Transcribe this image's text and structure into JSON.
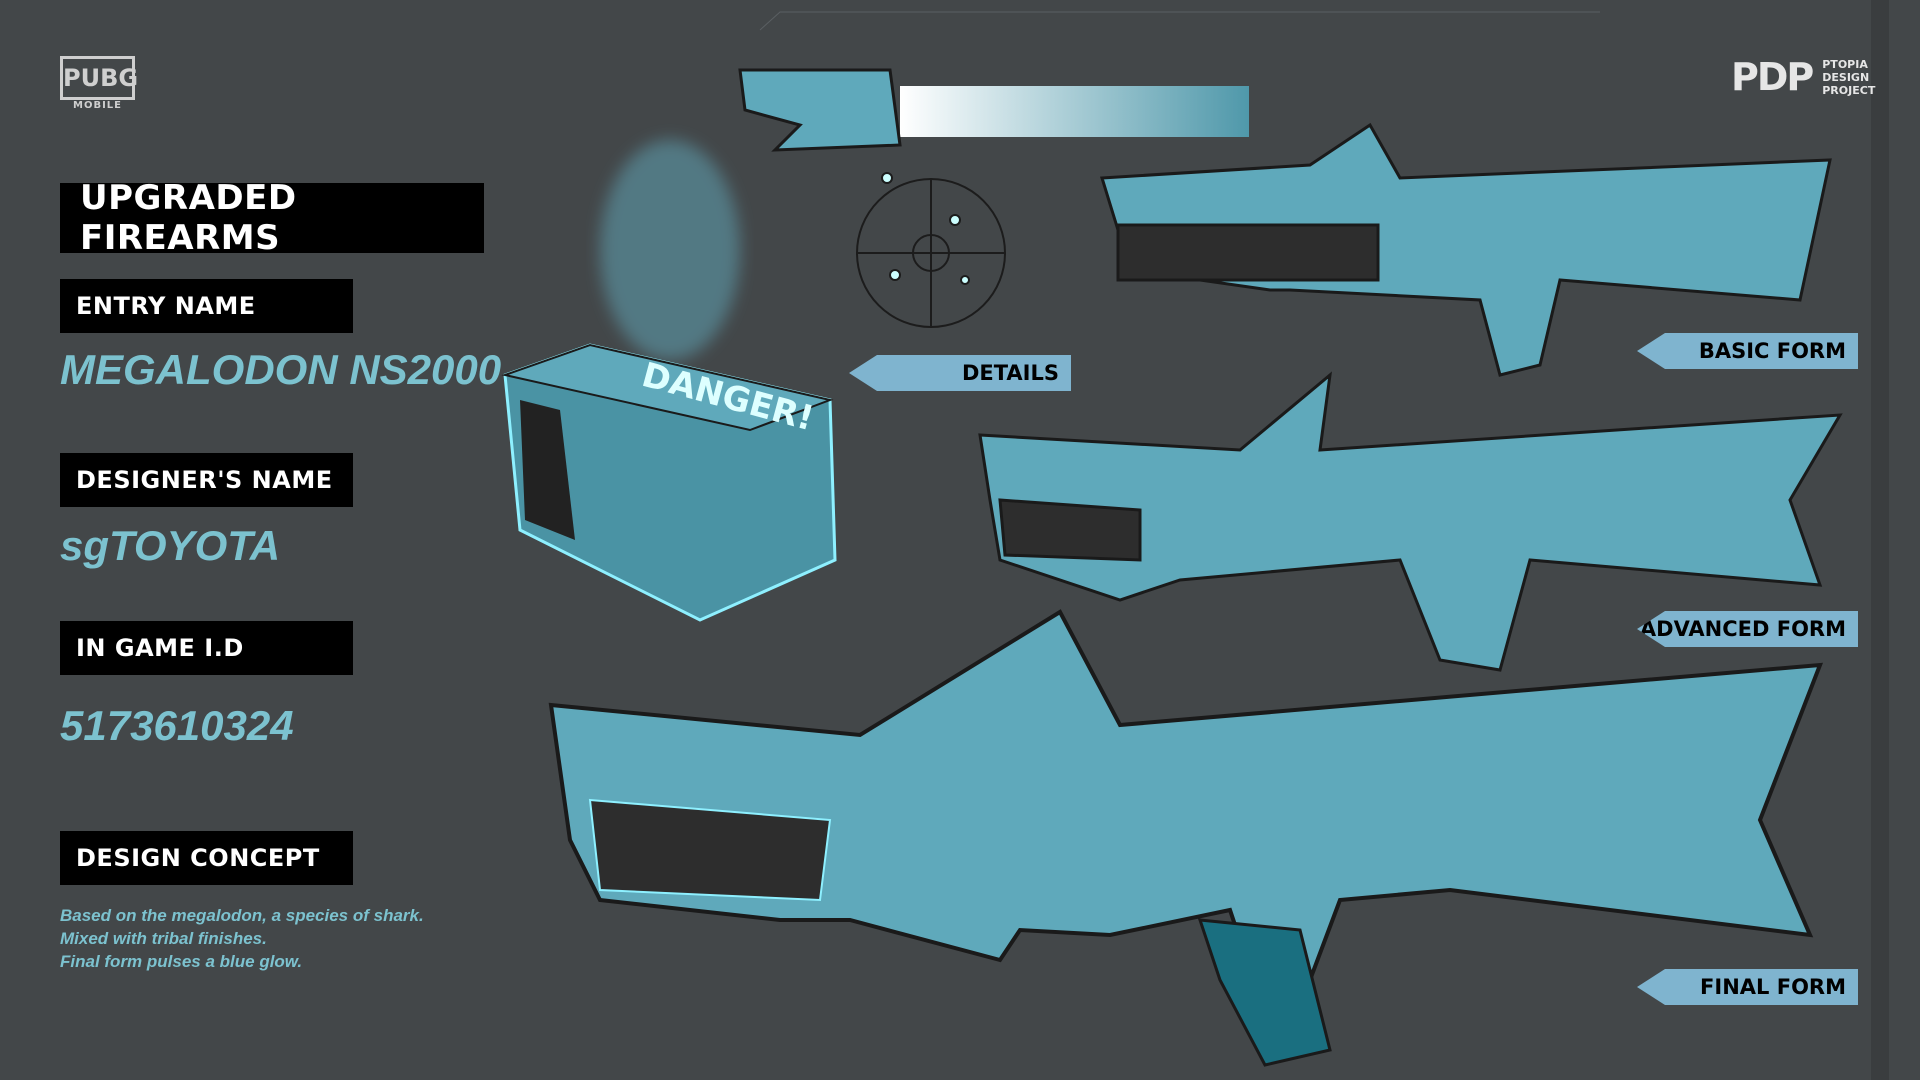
{
  "logos": {
    "pubg": {
      "main": "PUBG",
      "sub": "MOBILE"
    },
    "ptopia": {
      "mark": "PDP",
      "lines": [
        "PTOPIA",
        "DESIGN",
        "PROJECT"
      ]
    }
  },
  "title": "UPGRADED FIREARMS",
  "fields": [
    {
      "label": "ENTRY NAME",
      "value": "MEGALODON NS2000"
    },
    {
      "label": "DESIGNER'S NAME",
      "value": "sgTOYOTA"
    },
    {
      "label": "IN GAME I.D",
      "value": "5173610324"
    }
  ],
  "concept": {
    "label": "DESIGN CONCEPT",
    "lines": [
      "Based on the megalodon, a species of shark.",
      "Mixed with tribal finishes.",
      "Final form pulses a blue glow."
    ]
  },
  "artwork": {
    "crate_text": "DANGER!",
    "details_label": "DETAILS",
    "forms": [
      "BASIC FORM",
      "ADVANCED FORM",
      "FINAL FORM"
    ],
    "colors": {
      "background": "#434749",
      "accent": "#7cc2cf",
      "weapon": "#5fa9bb",
      "glow": "#8ef0ff",
      "tag": "#7fb4cf"
    }
  }
}
